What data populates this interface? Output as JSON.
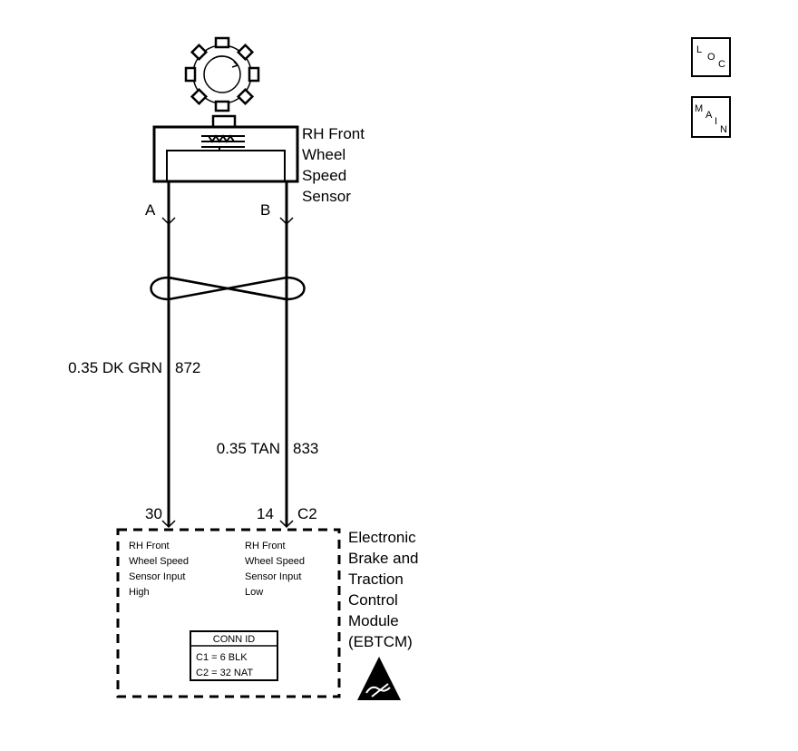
{
  "sensor": {
    "title_lines": [
      "RH Front",
      "Wheel",
      "Speed",
      "Sensor"
    ],
    "pin_a": "A",
    "pin_b": "B"
  },
  "wires": [
    {
      "label": "0.35 DK GRN",
      "circuit": "872"
    },
    {
      "label": "0.35 TAN",
      "circuit": "833"
    }
  ],
  "module": {
    "pin_left": "30",
    "pin_right": "14",
    "connector": "C2",
    "name_lines": [
      "Electronic",
      "Brake and",
      "Traction",
      "Control",
      "Module",
      "(EBTCM)"
    ],
    "input_high_lines": [
      "RH Front",
      "Wheel Speed",
      "Sensor Input",
      "High"
    ],
    "input_low_lines": [
      "RH Front",
      "Wheel Speed",
      "Sensor Input",
      "Low"
    ],
    "conn_id": {
      "title": "CONN ID",
      "rows": [
        "C1 = 6 BLK",
        "C2 = 32 NAT"
      ]
    }
  },
  "nav": {
    "loc": {
      "l": "L",
      "o": "O",
      "c": "C"
    },
    "main": {
      "m": "M",
      "a": "A",
      "i": "I",
      "n": "N"
    }
  }
}
